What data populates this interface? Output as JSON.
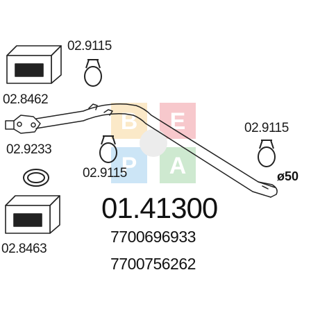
{
  "diagram": {
    "main_part_number": "01.41300",
    "oem_numbers": [
      "7700696933",
      "7700756262"
    ],
    "diameter_label": "ø50",
    "parts": {
      "gasket_box_top": "02.8462",
      "gasket_box_bottom": "02.8463",
      "clamp_top": "02.9115",
      "clamp_middle": "02.9115",
      "clamp_right": "02.9115",
      "ring_gasket": "02.9233"
    },
    "watermark": {
      "letters": [
        "B",
        "E",
        "P",
        "A"
      ],
      "colors": [
        "#f2b23c",
        "#e33d4a",
        "#4aa3df",
        "#52b35a"
      ]
    },
    "line_color": "#222222"
  }
}
